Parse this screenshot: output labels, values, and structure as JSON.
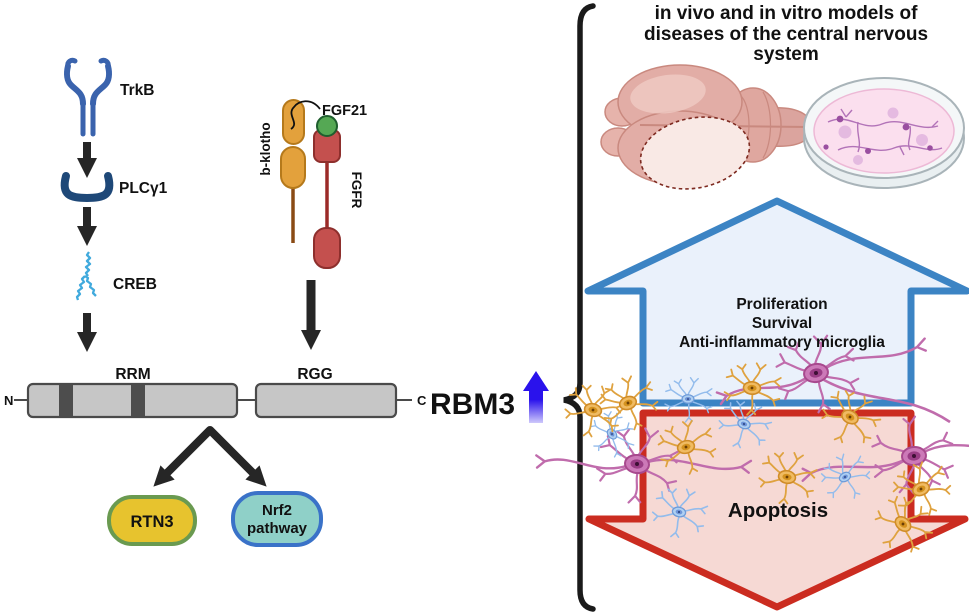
{
  "pathway": {
    "receptors": {
      "trkb": "TrkB",
      "plcg1": "PLCγ1",
      "creb": "CREB",
      "bklotho": "b-klotho",
      "fgf21": "FGF21",
      "fgfr": "FGFR"
    },
    "protein": {
      "n_term": "N",
      "c_term": "C",
      "rrm": "RRM",
      "rgg": "RGG",
      "name": "RBM3"
    },
    "targets": {
      "rtn3": "RTN3",
      "nrf2_line1": "Nrf2",
      "nrf2_line2": "pathway"
    }
  },
  "models_panel": {
    "title_line1": "in vivo and in vitro models of",
    "title_line2": "diseases of the central nervous",
    "title_line3": "system",
    "increased": {
      "line1": "Proliferation",
      "line2": "Survival",
      "line3": "Anti-inflammatory microglia"
    },
    "decreased": {
      "label": "Apoptosis"
    }
  },
  "icons": {
    "trkb": "trkb-receptor-icon",
    "plcg1": "plcg1-crescent-icon",
    "creb": "creb-squiggle-icon",
    "bklotho": "bklotho-receptor-icon",
    "fgf21": "fgf21-ligand-icon",
    "fgfr": "fgfr-receptor-icon",
    "brain": "rodent-brain-illustration",
    "petri_dish": "cell-culture-dish-illustration",
    "neurons": "neuron-cells-illustration",
    "up_block_arrow": "increase-block-arrow",
    "down_block_arrow": "decrease-block-arrow",
    "rbm3_up_arrow": "rbm3-upregulation-arrow",
    "brace": "curly-brace"
  },
  "colors": {
    "trkb_blue": "#3A63AD",
    "plcg1_navy": "#1E4878",
    "creb_cyan": "#41AADD",
    "bklotho_orange": "#E3A13C",
    "fgf21_green": "#55A854",
    "fgfr_red": "#C4504E",
    "domain_gray": "#C6C6C6",
    "rtn3_yellow": "#E7C32E",
    "rtn3_border_green": "#6A9A50",
    "nrf2_teal": "#8FD0C8",
    "nrf2_border_blue": "#3A72C8",
    "rbm3_arrow_blue": "#2A12EC",
    "up_arrow_border": "#3C84C4",
    "up_arrow_fill": "#EAF1FB",
    "down_arrow_border": "#CB2C20",
    "down_arrow_fill": "#F6D9D4",
    "neuron_orange": "#DFA23F",
    "neuron_blue": "#93BCEC",
    "neuron_magenta": "#C06CAC",
    "brain_pink": "#E2ADA6",
    "dish_pink": "#FBDFEE"
  }
}
